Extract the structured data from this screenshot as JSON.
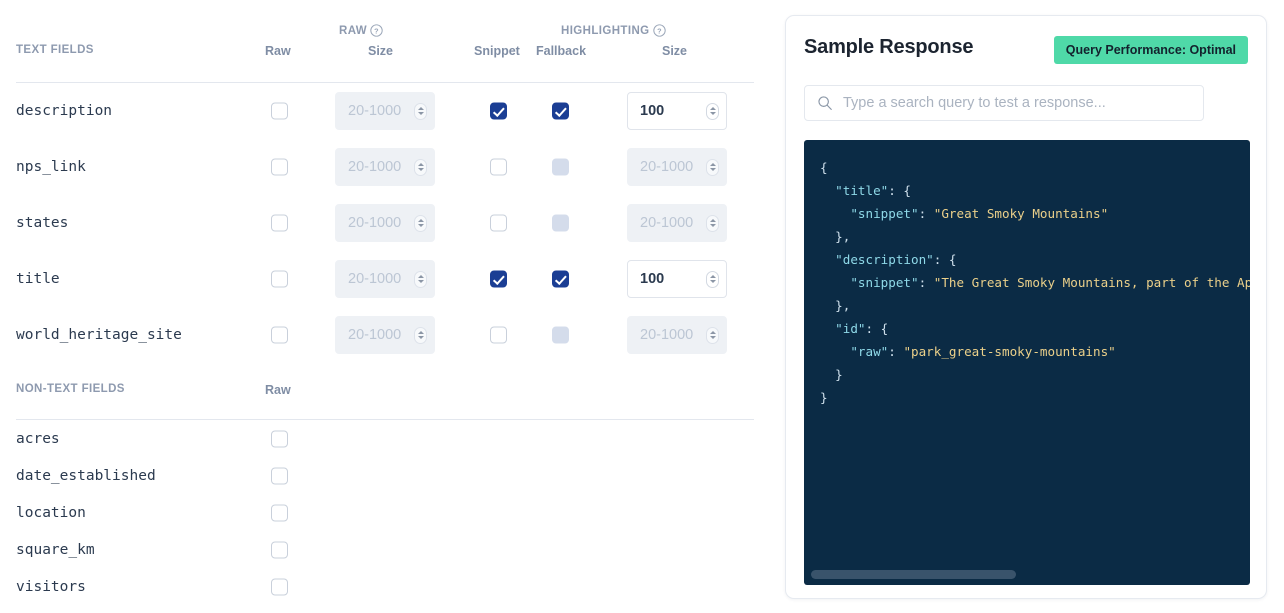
{
  "left_panel": {
    "group_headers": [
      {
        "label": "RAW",
        "help_icon": "question-circle-icon"
      },
      {
        "label": "HIGHLIGHTING",
        "help_icon": "question-circle-icon"
      }
    ],
    "text_fields_section": {
      "section_label": "TEXT FIELDS",
      "columns": [
        "Raw",
        "Size",
        "Snippet",
        "Fallback",
        "Size"
      ],
      "rows": [
        {
          "name": "description",
          "raw": false,
          "raw_size": "20-1000",
          "raw_size_enabled": false,
          "snippet": true,
          "fallback": true,
          "fallback_disabled": false,
          "hl_size": "100",
          "hl_size_enabled": true
        },
        {
          "name": "nps_link",
          "raw": false,
          "raw_size": "20-1000",
          "raw_size_enabled": false,
          "snippet": false,
          "fallback": false,
          "fallback_disabled": true,
          "hl_size": "20-1000",
          "hl_size_enabled": false
        },
        {
          "name": "states",
          "raw": false,
          "raw_size": "20-1000",
          "raw_size_enabled": false,
          "snippet": false,
          "fallback": false,
          "fallback_disabled": true,
          "hl_size": "20-1000",
          "hl_size_enabled": false
        },
        {
          "name": "title",
          "raw": false,
          "raw_size": "20-1000",
          "raw_size_enabled": false,
          "snippet": true,
          "fallback": true,
          "fallback_disabled": false,
          "hl_size": "100",
          "hl_size_enabled": true
        },
        {
          "name": "world_heritage_site",
          "raw": false,
          "raw_size": "20-1000",
          "raw_size_enabled": false,
          "snippet": false,
          "fallback": false,
          "fallback_disabled": true,
          "hl_size": "20-1000",
          "hl_size_enabled": false
        }
      ]
    },
    "non_text_fields_section": {
      "section_label": "NON-TEXT FIELDS",
      "columns": [
        "Raw"
      ],
      "rows": [
        {
          "name": "acres",
          "raw": false
        },
        {
          "name": "date_established",
          "raw": false
        },
        {
          "name": "location",
          "raw": false
        },
        {
          "name": "square_km",
          "raw": false
        },
        {
          "name": "visitors",
          "raw": false
        }
      ]
    }
  },
  "right_panel": {
    "title": "Sample Response",
    "badge": {
      "label": "Query Performance: Optimal",
      "color": "#4fd9a8"
    },
    "search": {
      "value": "",
      "placeholder": "Type a search query to test a response...",
      "icon": "search-icon"
    },
    "code_block": {
      "background": "#0b2b45",
      "key_color": "#8fd9e8",
      "string_color": "#ebd08a",
      "punctuation_color": "#cfe0ec",
      "scroll_thumb_position": "left",
      "lines": [
        {
          "indent": 0,
          "punc": "{"
        },
        {
          "indent": 1,
          "key": "\"title\"",
          "punc": ": {"
        },
        {
          "indent": 2,
          "key": "\"snippet\"",
          "punc": ": ",
          "str": "\"Great Smoky Mountains\""
        },
        {
          "indent": 1,
          "punc": "},"
        },
        {
          "indent": 1,
          "key": "\"description\"",
          "punc": ": {"
        },
        {
          "indent": 2,
          "key": "\"snippet\"",
          "punc": ": ",
          "str": "\"The Great Smoky Mountains, part of the Appa"
        },
        {
          "indent": 1,
          "punc": "},"
        },
        {
          "indent": 1,
          "key": "\"id\"",
          "punc": ": {"
        },
        {
          "indent": 2,
          "key": "\"raw\"",
          "punc": ": ",
          "str": "\"park_great-smoky-mountains\""
        },
        {
          "indent": 1,
          "punc": "}"
        },
        {
          "indent": 0,
          "punc": "}"
        }
      ]
    }
  }
}
